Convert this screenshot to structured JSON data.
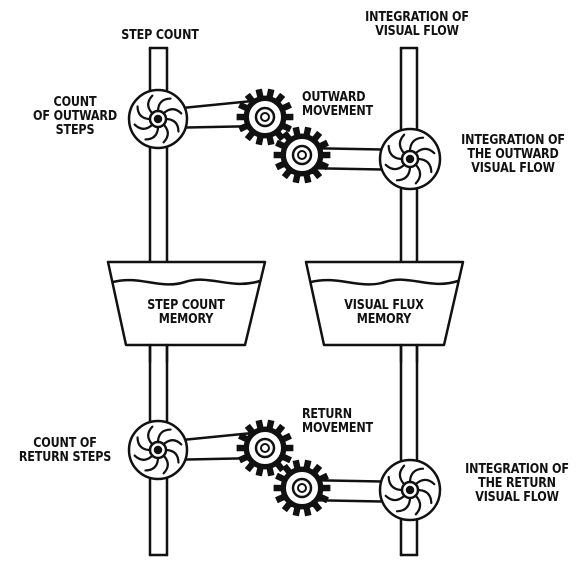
{
  "labels": {
    "step_count": "STEP COUNT",
    "integration_visual_flow": [
      "INTEGRATION OF",
      "VISUAL FLOW"
    ],
    "count_outward_steps": [
      "COUNT",
      "OF OUTWARD",
      "STEPS"
    ],
    "outward_movement": [
      "OUTWARD",
      "MOVEMENT"
    ],
    "integration_outward_visual_flow": [
      "INTEGRATION OF",
      "THE OUTWARD",
      "VISUAL FLOW"
    ],
    "step_count_memory": [
      "STEP COUNT",
      "MEMORY"
    ],
    "visual_flux_memory": [
      "VISUAL FLUX",
      "MEMORY"
    ],
    "return_movement": [
      "RETURN",
      "MOVEMENT"
    ],
    "count_return_steps": [
      "COUNT OF",
      "RETURN STEPS"
    ],
    "integration_return_visual_flow": [
      "INTEGRATION OF",
      "THE RETURN",
      "VISUAL FLOW"
    ]
  },
  "colors": {
    "ink": "#111111",
    "background": "#ffffff"
  }
}
